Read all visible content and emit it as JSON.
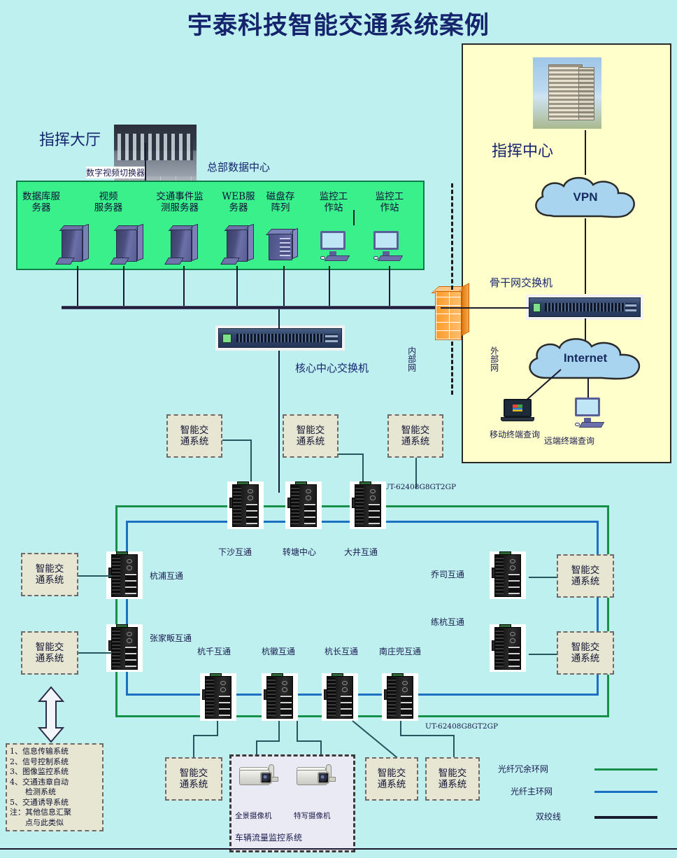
{
  "title": "宇泰科技智能交通系统案例",
  "left_top": {
    "hall_label": "指挥大厅",
    "video_switch_label": "数字视频切换器",
    "datacenter_label": "总部数据中心"
  },
  "datacenter": {
    "devices": [
      {
        "label": "数据库服\n务器",
        "icon": "server-icon"
      },
      {
        "label": "视频\n服务器",
        "icon": "server-icon"
      },
      {
        "label": "交通事件监\n测服务器",
        "icon": "server-icon"
      },
      {
        "label": "WEB服\n务器",
        "icon": "server-icon"
      },
      {
        "label": "磁盘存\n阵列",
        "icon": "disk-array-icon"
      },
      {
        "label": "监控工\n作站",
        "icon": "workstation-icon"
      },
      {
        "label": "监控工\n作站",
        "icon": "workstation-icon"
      }
    ]
  },
  "core": {
    "core_switch_label": "核心中心交换机",
    "internal_net_label": "内部网",
    "external_net_label": "外部网",
    "firewall_name": "firewall-icon"
  },
  "command_center": {
    "title": "指挥中心",
    "vpn_label": "VPN",
    "backbone_switch_label": "骨干网交换机",
    "internet_label": "Internet",
    "mobile_terminal_label": "移动终端查询",
    "remote_terminal_label": "远端终端查询"
  },
  "its_box_label": "智能交\n通系统",
  "switch_model": "UT-62408G8GT2GP",
  "ring": {
    "top_nodes": [
      "下沙互通",
      "转塘中心",
      "大井互通"
    ],
    "left_nodes": [
      "杭浦互通",
      "张家畈互通"
    ],
    "right_nodes": [
      "乔司互通",
      "练杭互通"
    ],
    "bottom_nodes": [
      "杭千互通",
      "杭徽互通",
      "杭长互通",
      "南庄兜互通"
    ]
  },
  "systems_list": [
    "1、信息传输系统",
    "2、信号控制系统",
    "3、图像监控系统",
    "4、交通违章自动",
    "检测系统",
    "5、交通诱导系统",
    "注：其他信息汇聚",
    "点与此类似"
  ],
  "camera_group": {
    "box_label": "车辆流量监控系统",
    "cameras": [
      "全景摄像机",
      "特写摄像机"
    ]
  },
  "legend": [
    {
      "label": "光纤冗余环网",
      "color": "#17914a"
    },
    {
      "label": "光纤主环网",
      "color": "#1d6fc4"
    },
    {
      "label": "双绞线",
      "color": "#1a1a2e"
    }
  ],
  "colors": {
    "background": "#bdf0ef",
    "datacenter_panel": "#39f08a",
    "command_panel": "#ffffcc",
    "its_box": "#e6e6d2",
    "title": "#16246e"
  }
}
